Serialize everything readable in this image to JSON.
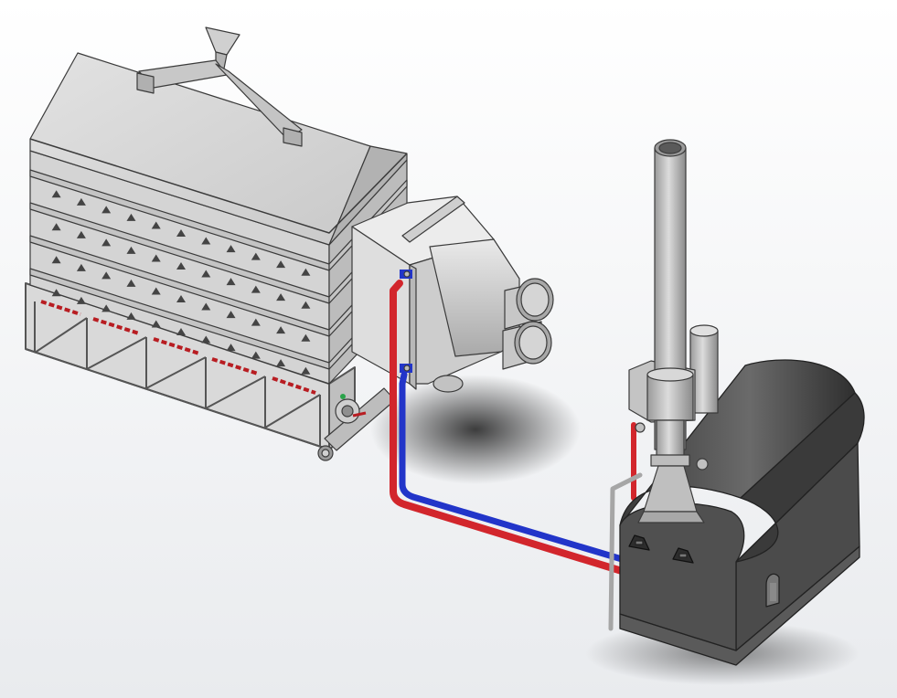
{
  "colors": {
    "background_top": "#ffffff",
    "background_bottom": "#e9ebee",
    "metal_light": "#d7d7d7",
    "metal_mid": "#bdbdbd",
    "metal_dark": "#8f8f8f",
    "frame": "#6e6e6e",
    "furnace_dark": "#4a4a4a",
    "furnace_shade": "#333333",
    "hot_pipe": "#d2262c",
    "cold_pipe": "#2235c9",
    "outline": "#3b3b3b",
    "shadow": "#1c1c1c"
  },
  "dryer": {
    "tier_count": 4,
    "vents_per_row": 11
  },
  "heat_exchanger": {
    "outlet_count": 2
  },
  "furnace": {
    "door_count": 2
  },
  "icons": {
    "vent": "triangle-vent-icon",
    "outlet": "round-duct-icon"
  }
}
